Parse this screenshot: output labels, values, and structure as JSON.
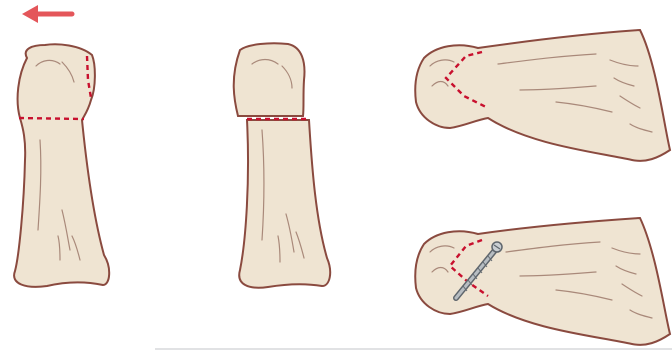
{
  "colors": {
    "bone_fill": "#efe4d2",
    "bone_outline": "#8a4a3f",
    "osteotomy_line": "#c8102e",
    "arrow": "#e4565a",
    "detail_lines": "#a9897a",
    "screw": "#8e959c"
  },
  "figure": {
    "panels": [
      {
        "name": "first-metatarsal-preop",
        "view": "dorsal"
      },
      {
        "name": "first-metatarsal-after-osteotomy",
        "view": "dorsal"
      },
      {
        "name": "first-metatarsal-chevron-marked",
        "view": "lateral"
      },
      {
        "name": "first-metatarsal-chevron-fixed",
        "view": "lateral"
      }
    ],
    "direction_icon": "arrow-left-icon",
    "fixation_icon": "screw-icon"
  }
}
